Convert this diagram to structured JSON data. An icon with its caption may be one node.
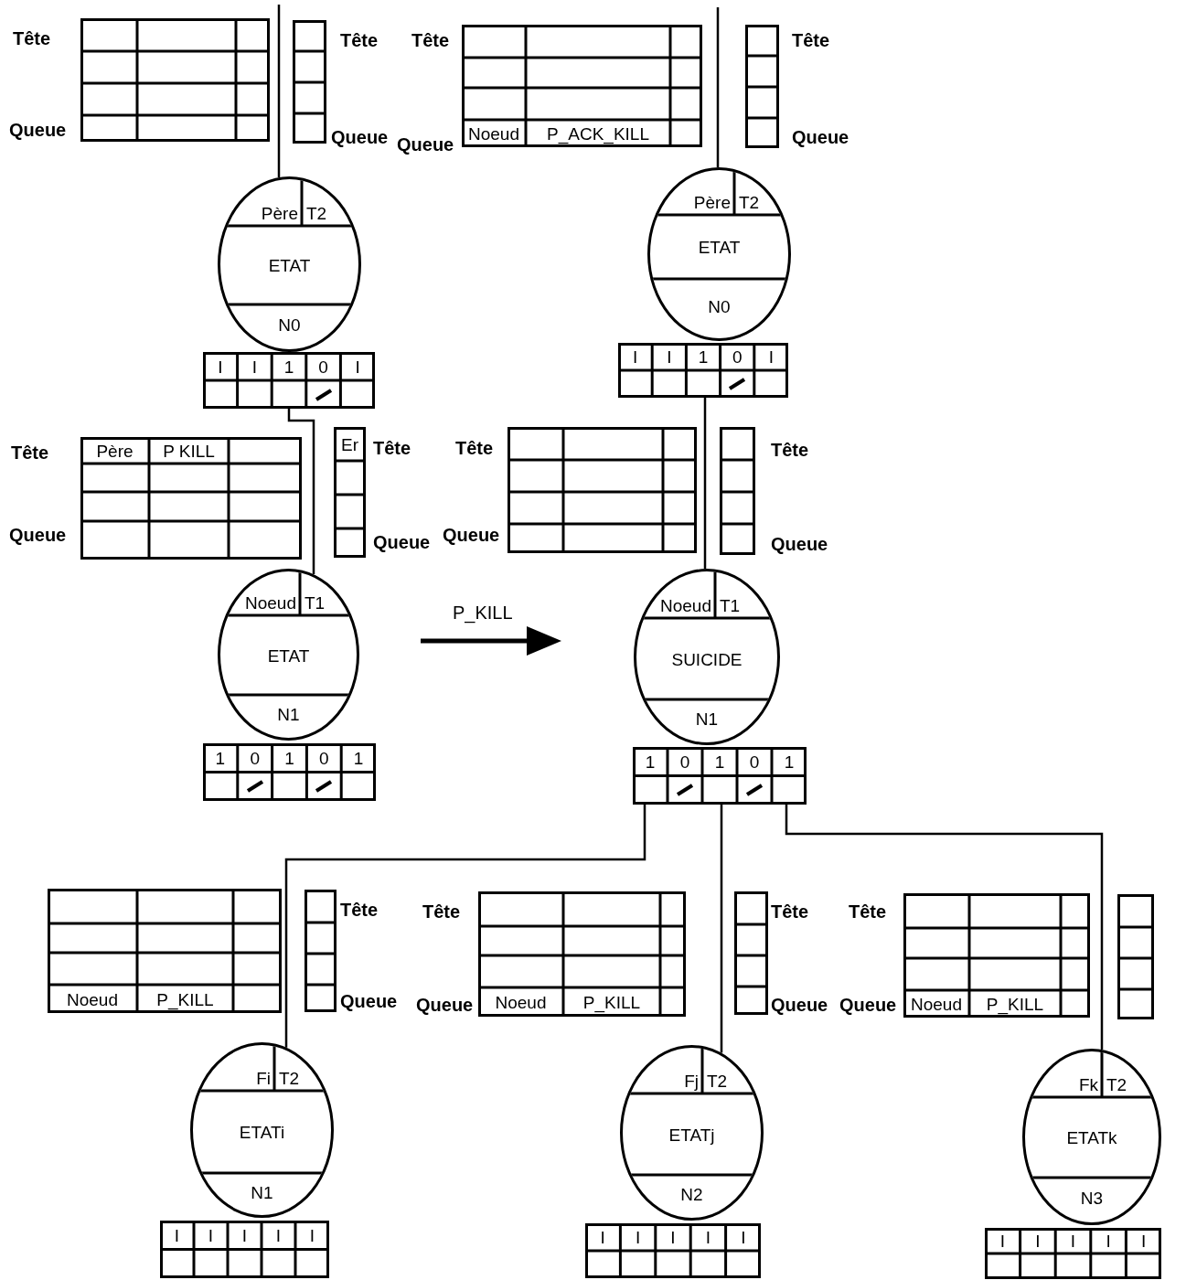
{
  "diagram": {
    "nodes": [
      {
        "text": [],
        "shape": "box",
        "beside": [
          "Tête",
          "Queue"
        ]
      },
      {
        "text": [],
        "shape": "box",
        "beside": [
          "Tête",
          "Queue"
        ]
      },
      {
        "text": [
          "Noeud",
          "P_ACK_KILL"
        ],
        "beside": [
          "Tête",
          "Queue"
        ]
      },
      {
        "text": [],
        "shape": "box",
        "beside": [
          "Tête",
          "Queue"
        ]
      },
      {
        "text": [
          "Père",
          "T2",
          "ETAT",
          "N0"
        ]
      },
      {
        "text": [
          "Père",
          "T2",
          "ETAT",
          "N0"
        ]
      },
      {
        "text": [
          "I",
          "I",
          "1",
          "0",
          "I"
        ]
      },
      {
        "text": [
          "I",
          "I",
          "1",
          "0",
          "I"
        ]
      },
      {
        "text": [
          "Père",
          "P KILL"
        ],
        "beside": [
          "Tête",
          "Queue"
        ]
      },
      {
        "text": [
          "Er"
        ],
        "beside": [
          "Tête",
          "Queue"
        ]
      },
      {
        "text": [],
        "shape": "box",
        "beside": [
          "Tête",
          "Queue"
        ]
      },
      {
        "text": [],
        "shape": "box",
        "beside": [
          "Tête",
          "Queue"
        ]
      },
      {
        "text": [
          "Noeud",
          "T1",
          "ETAT",
          "N1"
        ]
      },
      {
        "text": [
          "Noeud",
          "T1",
          "SUICIDE",
          "N1"
        ]
      },
      {
        "text": [
          "1",
          "0",
          "1",
          "0",
          "1"
        ]
      },
      {
        "text": [
          "1",
          "0",
          "1",
          "0",
          "1"
        ]
      },
      {
        "text": [
          "Noeud",
          "P_KILL"
        ]
      },
      {
        "text": [],
        "shape": "box",
        "beside": [
          "Tête",
          "Queue"
        ]
      },
      {
        "text": [
          "Noeud",
          "P_KILL"
        ],
        "beside": [
          "Tête",
          "Queue"
        ]
      },
      {
        "text": [],
        "shape": "box",
        "beside": [
          "Tête",
          "Queue"
        ]
      },
      {
        "text": [
          "Noeud",
          "P_KILL"
        ],
        "beside": [
          "Tête",
          "Queue"
        ]
      },
      {
        "text": [],
        "shape": "box"
      },
      {
        "text": [
          "Fi",
          "T2",
          "ETATi",
          "N1"
        ]
      },
      {
        "text": [
          "Fj",
          "T2",
          "ETATj",
          "N2"
        ]
      },
      {
        "text": [
          "Fk",
          "T2",
          "ETATk",
          "N3"
        ]
      },
      {
        "text": [
          "I",
          "I",
          "I",
          "I",
          "I"
        ]
      },
      {
        "text": [
          "I",
          "I",
          "I",
          "I",
          "I"
        ]
      },
      {
        "text": [
          "I",
          "I",
          "I",
          "I",
          "I"
        ]
      }
    ],
    "edges": [
      {
        "from": null,
        "to": 4,
        "arrow": "none"
      },
      {
        "from": null,
        "to": 5,
        "arrow": "none"
      },
      {
        "from": 6,
        "to": 12,
        "arrow": "none"
      },
      {
        "from": 7,
        "to": 13,
        "arrow": "none"
      },
      {
        "from": 15,
        "to": 22,
        "arrow": "none"
      },
      {
        "from": 15,
        "to": 23,
        "arrow": "none"
      },
      {
        "from": 15,
        "to": 24,
        "arrow": "none"
      }
    ],
    "labels": [
      "P_KILL"
    ]
  }
}
